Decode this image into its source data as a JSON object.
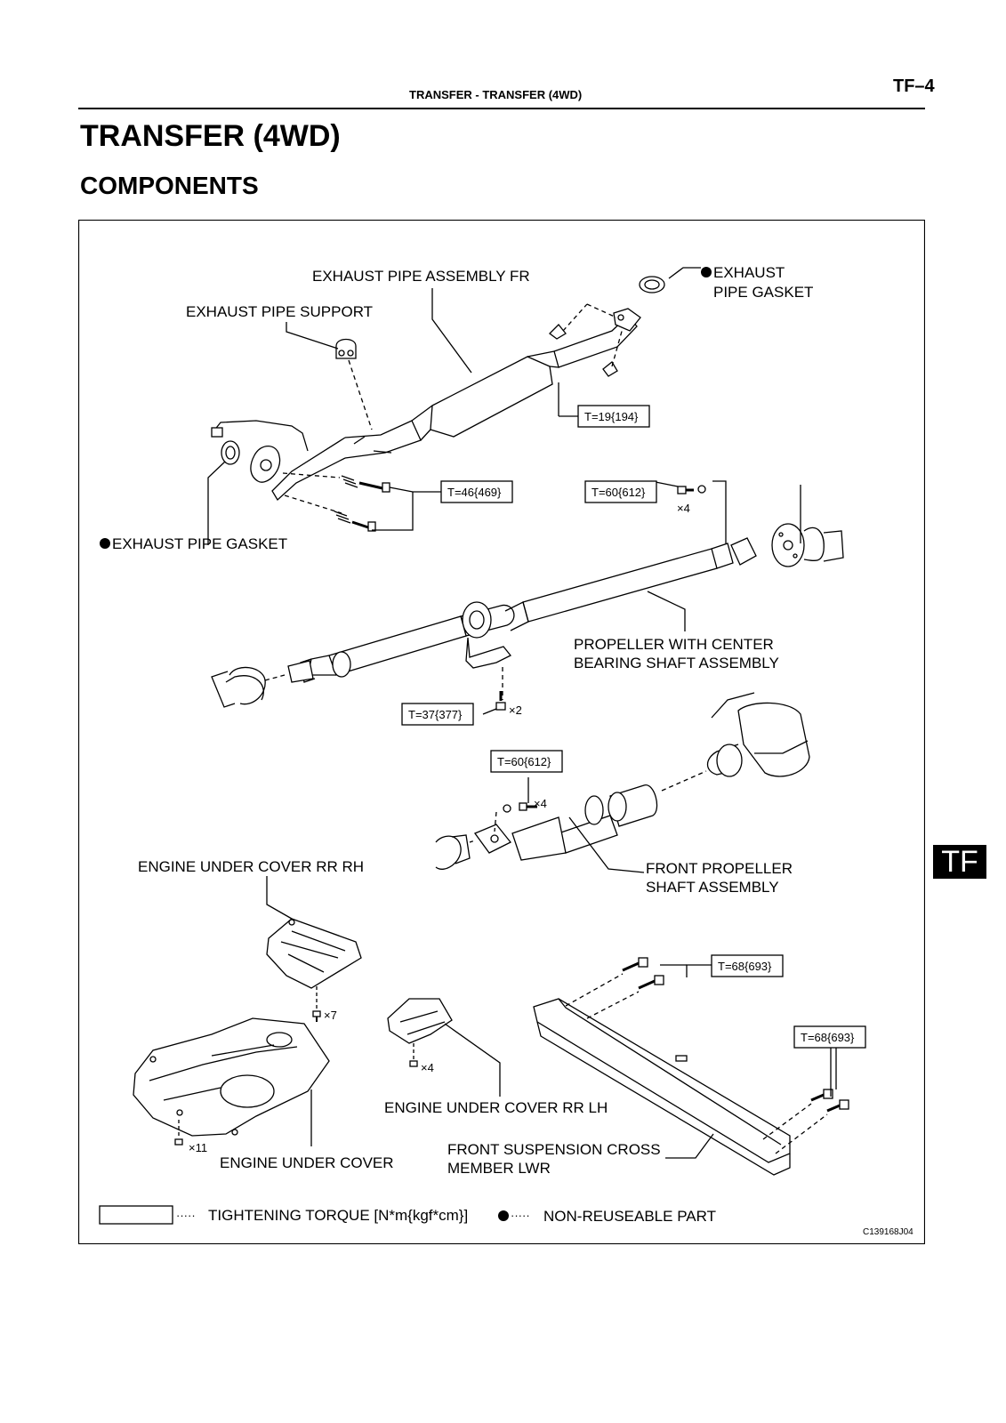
{
  "header": {
    "section_title": "TRANSFER - TRANSFER (4WD)",
    "page_number": "TF–4"
  },
  "title": "TRANSFER (4WD)",
  "subtitle": "COMPONENTS",
  "side_tab": "TF",
  "labels": {
    "exhaust_pipe_assembly_fr": "EXHAUST PIPE ASSEMBLY FR",
    "exhaust_pipe_support": "EXHAUST PIPE SUPPORT",
    "exhaust_pipe_gasket_top_line1": "EXHAUST",
    "exhaust_pipe_gasket_top_line2": "PIPE GASKET",
    "exhaust_pipe_gasket_left": "EXHAUST PIPE GASKET",
    "propeller_line1": "PROPELLER WITH CENTER",
    "propeller_line2": "BEARING SHAFT ASSEMBLY",
    "front_propeller_line1": "FRONT PROPELLER",
    "front_propeller_line2": "SHAFT ASSEMBLY",
    "engine_under_cover_rr_rh": "ENGINE UNDER COVER RR RH",
    "engine_under_cover_rr_lh": "ENGINE UNDER COVER RR LH",
    "engine_under_cover": "ENGINE UNDER COVER",
    "front_susp_line1": "FRONT SUSPENSION CROSS",
    "front_susp_line2": "MEMBER LWR"
  },
  "torques": {
    "t_19": "T=19{194}",
    "t_46": "T=46{469}",
    "t_60_rear": "T=60{612}",
    "t_37": "T=37{377}",
    "t_60_front": "T=60{612}",
    "t_68_a": "T=68{693}",
    "t_68_b": "T=68{693}"
  },
  "quantities": {
    "x4_rear": "×4",
    "x2_center": "×2",
    "x4_front": "×4",
    "x7_rr_rh": "×7",
    "x4_rr_lh": "×4",
    "x11_cover": "×11"
  },
  "legend": {
    "torque_text": "TIGHTENING TORQUE [N*m{kgf*cm}]",
    "nonreusable_text": "NON-REUSEABLE PART",
    "leader_dots": "·····"
  },
  "figure_code": "C139168J04"
}
